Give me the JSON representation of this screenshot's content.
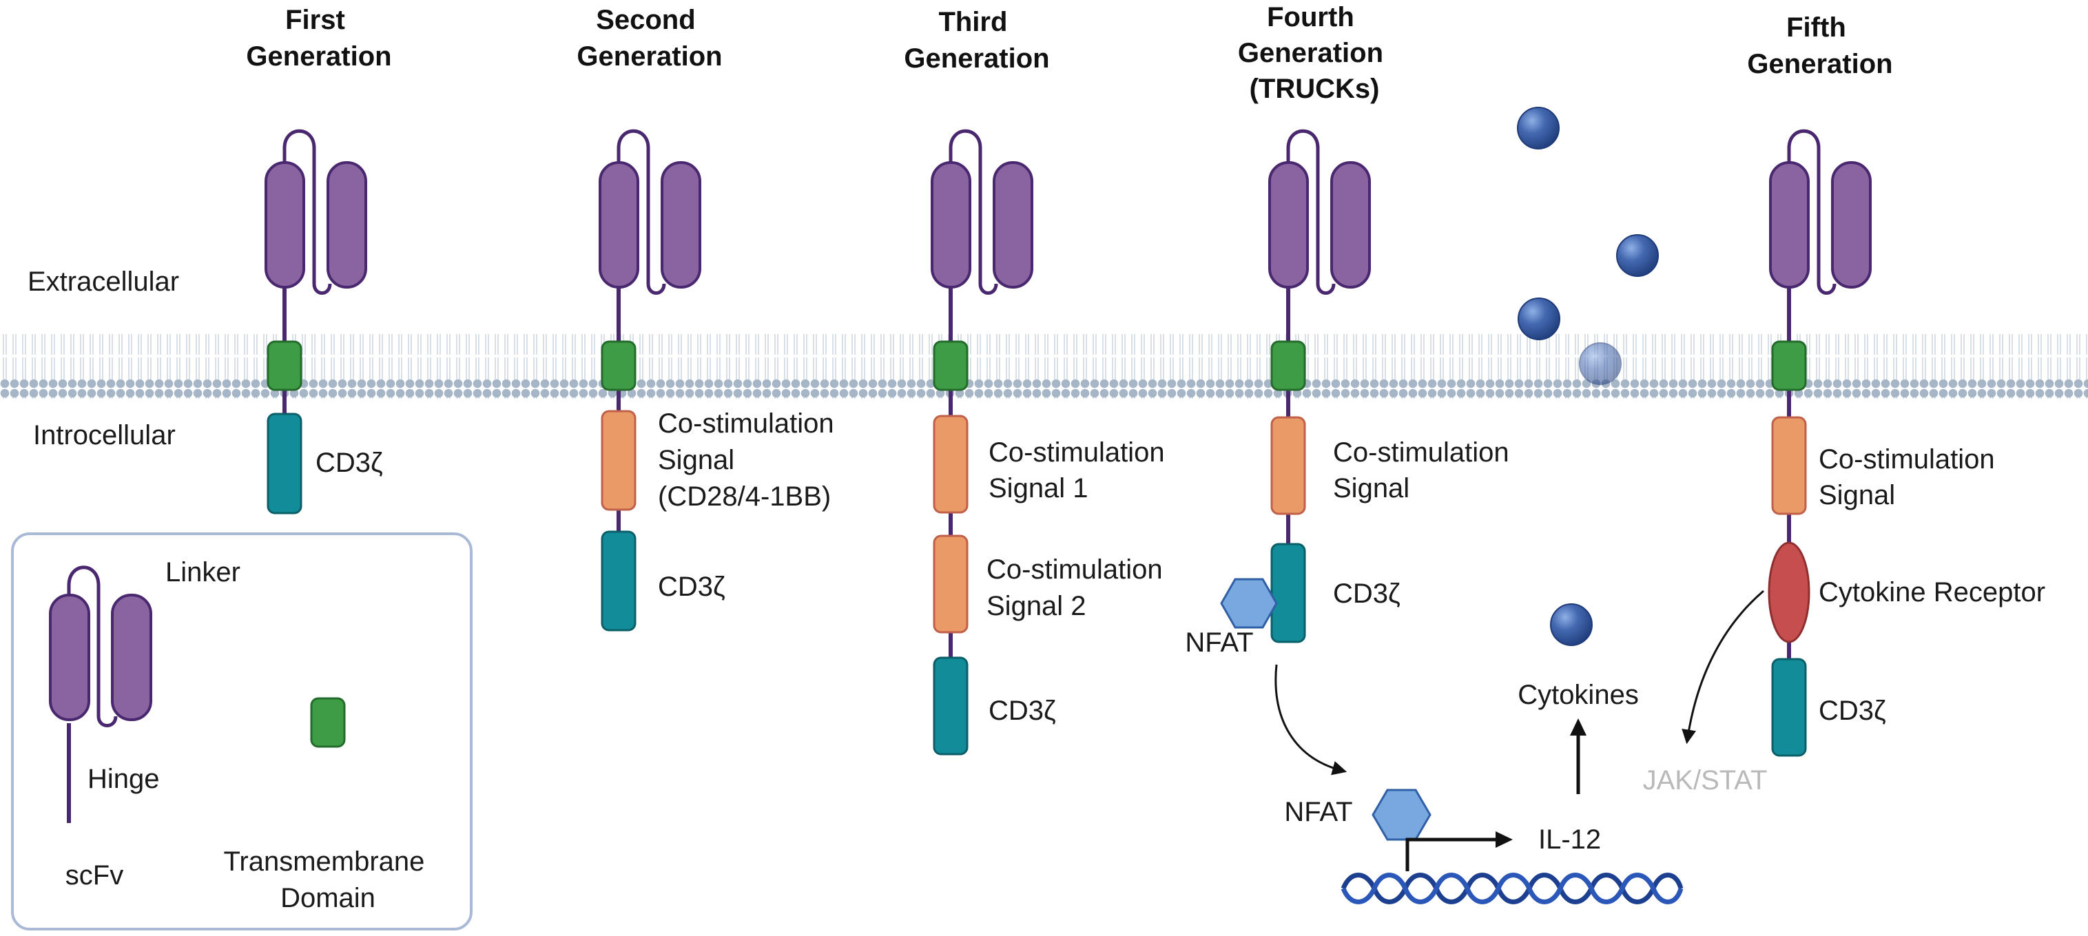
{
  "generations": [
    {
      "title_lines": [
        "First",
        "Generation"
      ]
    },
    {
      "title_lines": [
        "Second",
        "Generation"
      ]
    },
    {
      "title_lines": [
        "Third",
        "Generation"
      ]
    },
    {
      "title_lines": [
        "Fourth",
        "Generation",
        "(TRUCKs)"
      ]
    },
    {
      "title_lines": [
        "Fifth",
        "Generation"
      ]
    }
  ],
  "regions": {
    "extracellular": "Extracellular",
    "intracellular": "Introcellular"
  },
  "domain_labels": {
    "g1_cd3z": "CD3ζ",
    "g2_costim": [
      "Co-stimulation",
      "Signal",
      "(CD28/4-1BB)"
    ],
    "g2_cd3z": "CD3ζ",
    "g3_costim1": [
      "Co-stimulation",
      "Signal 1"
    ],
    "g3_costim2": [
      "Co-stimulation",
      "Signal 2"
    ],
    "g3_cd3z": "CD3ζ",
    "g4_costim": [
      "Co-stimulation",
      "Signal"
    ],
    "g4_cd3z": "CD3ζ",
    "g5_costim": [
      "Co-stimulation",
      "Signal"
    ],
    "g5_cytokine_receptor": "Cytokine Receptor",
    "g5_cd3z": "CD3ζ"
  },
  "pathway": {
    "nfat_bound": "NFAT",
    "nfat_nuclear": "NFAT",
    "il12": "IL-12",
    "cytokines": "Cytokines",
    "jak_stat": "JAK/STAT"
  },
  "legend": {
    "linker": "Linker",
    "hinge": "Hinge",
    "scfv": "scFv",
    "transmembrane": [
      "Transmembrane",
      "Domain"
    ]
  },
  "colors": {
    "scfv_purple": "#8a64a0",
    "linker_dark": "#4a2870",
    "transmembrane_green": "#3f9c46",
    "cd3z_teal": "#128c98",
    "costim_orange": "#e99a66",
    "cytokine_receptor_red": "#c74e4e",
    "nfat_blue": "#79a7df",
    "cytokine_ball": "#3a5ea8",
    "membrane_grey": "#9fb0c2",
    "dna_blue": "#1d3f8f",
    "legend_border": "#a9b9d6"
  }
}
